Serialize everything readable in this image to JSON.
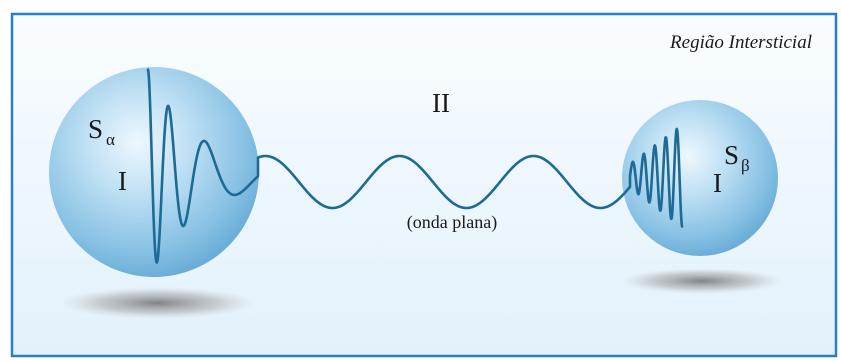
{
  "diagram": {
    "region_label": "Região Intersticial",
    "interstitial_label": "II",
    "plane_wave_label": "(onda plana)",
    "sphere_left": {
      "symbol": "S",
      "subscript": "α",
      "region": "I"
    },
    "sphere_right": {
      "symbol": "S",
      "subscript": "β",
      "region": "I"
    },
    "colors": {
      "frame": "#2a7ec4",
      "background": "#e9f4fc",
      "sphere_light": "#dff0fb",
      "sphere_mid": "#9fcde9",
      "sphere_dark": "#6aaed9",
      "wave": "#1d6b94",
      "shadow": "#8a8a8a",
      "text": "#1a1a1a"
    }
  }
}
